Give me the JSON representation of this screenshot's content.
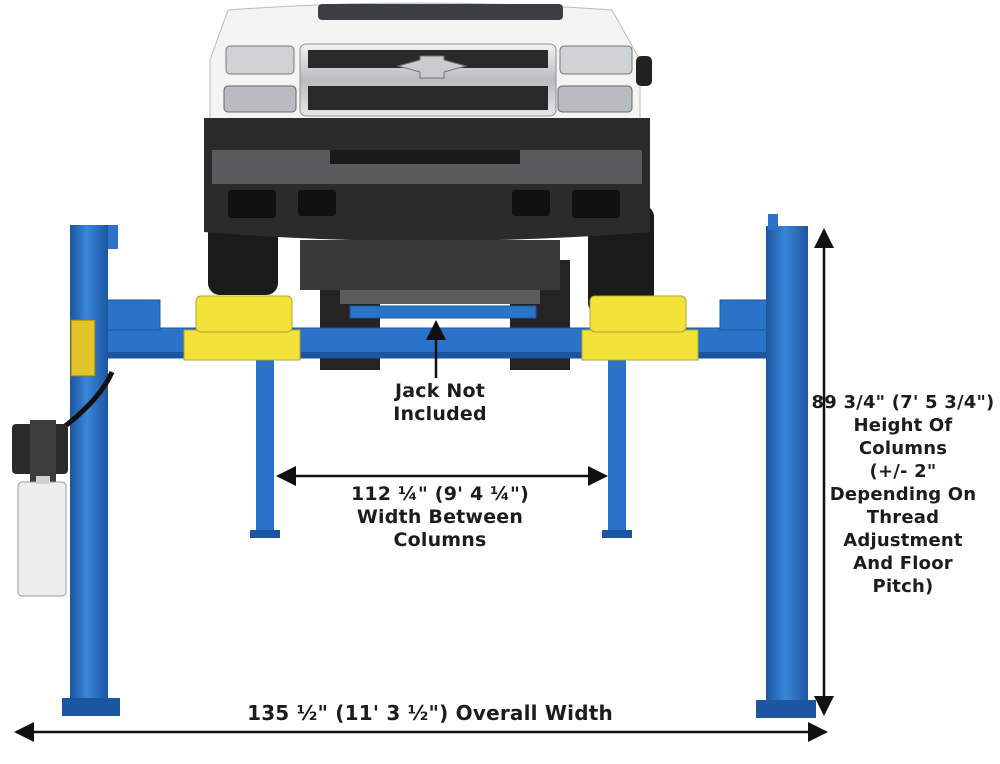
{
  "annotations": {
    "jack": {
      "lines": [
        "Jack Not",
        "Included"
      ]
    },
    "width_between": {
      "lines": [
        "112 ¼\" (9' 4 ¼\")",
        "Width Between",
        "Columns"
      ]
    },
    "height": {
      "lines": [
        "89 3/4\" (7' 5 3/4\")",
        "Height Of",
        "Columns",
        "(+/- 2\"",
        "Depending On",
        "Thread",
        "Adjustment",
        "And Floor",
        "Pitch)"
      ]
    },
    "overall": {
      "lines": [
        "135 ½\" (11' 3 ½\") Overall Width"
      ]
    }
  },
  "colors": {
    "lift_blue": "#2a73c8",
    "lift_blue_dark": "#1c55a0",
    "pad_yellow": "#f2e23a",
    "truck_chrome": "#d8dadc",
    "truck_bumper": "#2b2b2b",
    "truck_body": "#f4f4f2",
    "arrow": "#111111"
  }
}
